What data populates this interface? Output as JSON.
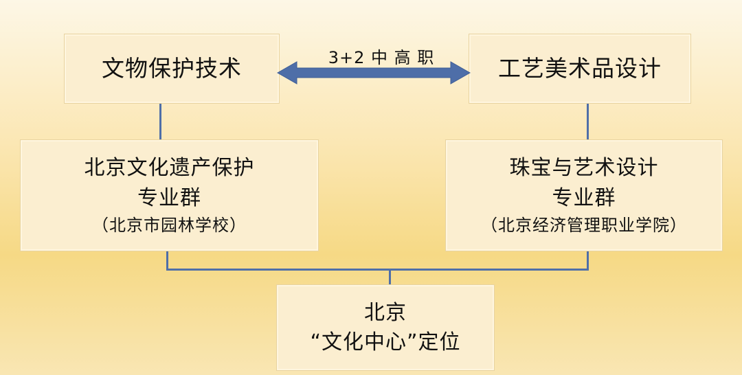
{
  "top": {
    "left_box": "文物保护技术",
    "right_box": "工艺美术品设计",
    "arrow_label": "3+2 中 高 职"
  },
  "middle": {
    "left": {
      "line1": "北京文化遗产保护",
      "line2": "专业群",
      "line3": "（北京市园林学校）"
    },
    "right": {
      "line1": "珠宝与艺术设计",
      "line2": "专业群",
      "line3": "（北京经济管理职业学院）"
    }
  },
  "bottom": {
    "line1": "北京",
    "line2": "“文化中心”定位"
  },
  "colors": {
    "connector": "#4f6fa8",
    "box_fill": "#fbeed0"
  }
}
